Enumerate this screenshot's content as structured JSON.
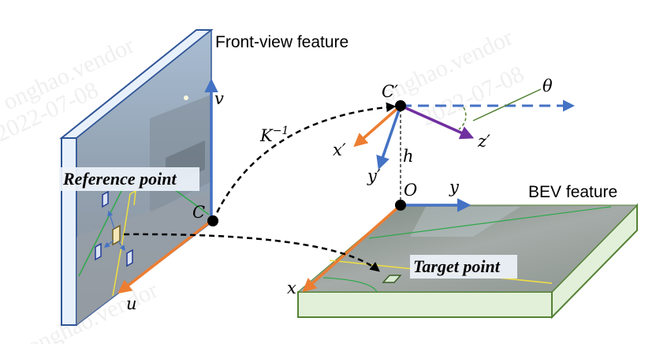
{
  "title": "Front-view to BEV projection diagram",
  "labels": {
    "front_view_feature": "Front-view feature",
    "bev_feature": "BEV feature",
    "reference_point": "Reference point",
    "target_point": "Target point",
    "camera_point": "C",
    "camera_point_prime": "C′",
    "origin": "O",
    "inverse_intrinsics": "K",
    "inverse_intrinsics_exp": "−1",
    "axis_u": "u",
    "axis_v": "v",
    "axis_x": "x",
    "axis_y": "y",
    "axis_x_prime": "x′",
    "axis_y_prime": "y′",
    "axis_z_prime": "z′",
    "height": "h",
    "angle": "θ"
  },
  "watermarks": [
    "onghao.vendor",
    "2022-07-08",
    "onghao.vendor",
    "2022-07-08",
    "onghao.vendor"
  ],
  "colors": {
    "axis_blue": "#4472c4",
    "axis_orange": "#ed7d31",
    "axis_purple": "#7030a0",
    "angle_green": "#548235",
    "panel_edge": "#2f5597",
    "panel_side": "#e8f1fb",
    "bev_side": "#e2f0d9",
    "bev_edge": "#548235",
    "lane_green": "#2ea84a",
    "lane_yellow": "#f0e040"
  }
}
